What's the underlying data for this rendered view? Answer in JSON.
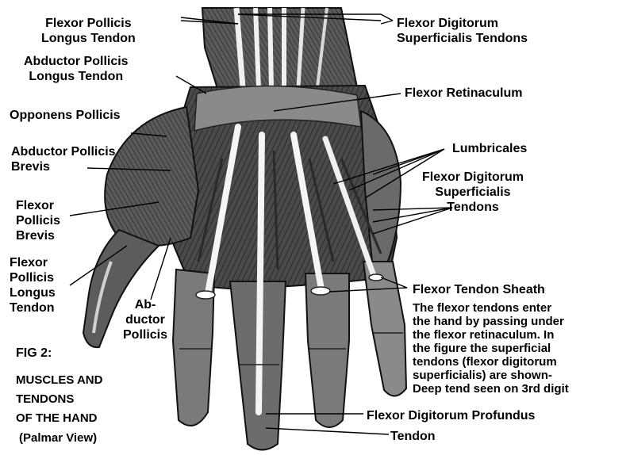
{
  "labels": {
    "fpl_tendon_top": "Flexor Pollicis\nLongus Tendon",
    "apl_tendon": "Abductor Pollicis\nLongus Tendon",
    "opponens": "Opponens Pollicis",
    "apb": "Abductor Pollicis\nBrevis",
    "fpb": "Flexor\nPollicis\nBrevis",
    "fpl_tendon_left": "Flexor\nPollicis\nLongus\nTendon",
    "adductor": "Ab-\nductor\nPollicis",
    "fds_top": "Flexor Digitorum\nSuperficialis Tendons",
    "retinaculum": "Flexor Retinaculum",
    "lumbricales": "Lumbricales",
    "fds_right": "Flexor Digitorum\nSuperficialis\nTendons",
    "sheath": "Flexor Tendon Sheath",
    "fdp": "Flexor Digitorum Profundus",
    "tendon_bottom": "Tendon"
  },
  "caption": {
    "fig": "FIG 2:",
    "title": "MUSCLES AND\nTENDONS\nOF THE HAND",
    "view": "(Palmar View)"
  },
  "note": "The flexor tendons enter\nthe hand by passing under\nthe flexor retinaculum. In\nthe figure the superficial\ntendons (flexor digitorum\nsuperficialis) are shown-\nDeep tend seen on 3rd digit",
  "colors": {
    "muscle_dark": "#3a3a3a",
    "muscle_mid": "#6f6f6f",
    "muscle_light": "#a8a8a8",
    "tendon_white": "#f2f2f2",
    "ink": "#000000"
  }
}
